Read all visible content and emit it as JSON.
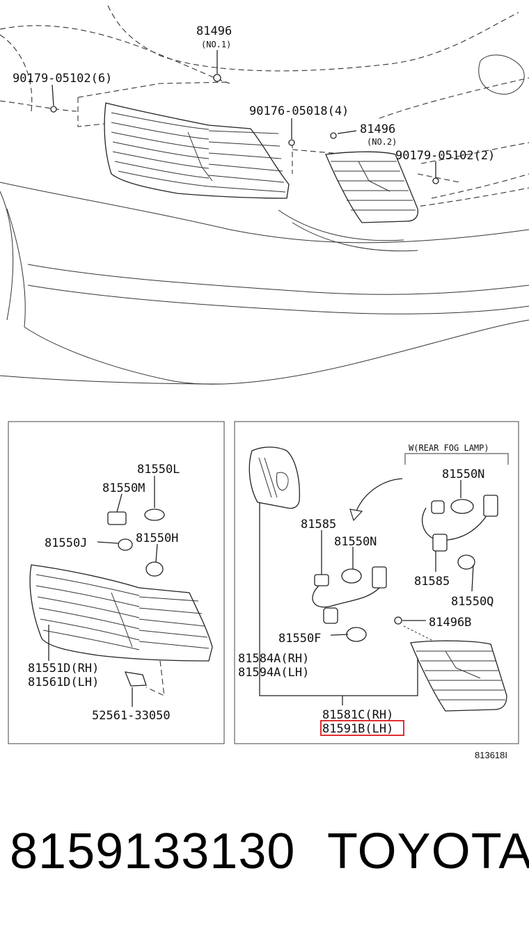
{
  "labels": {
    "p81496_top": "81496",
    "p81496_top_sub": "(NO.1)",
    "p90179_6": "90179-05102(6)",
    "p90176_4": "90176-05018(4)",
    "p81496_mid": "81496",
    "p81496_mid_sub": "(NO.2)",
    "p90179_2": "90179-05102(2)",
    "p81550L": "81550L",
    "p81550M": "81550M",
    "p81550J": "81550J",
    "p81550H": "81550H",
    "p81551D": "81551D(RH)",
    "p81561D": "81561D(LH)",
    "p52561": "52561-33050",
    "fog_note": "W(REAR FOG LAMP)",
    "p81550N_a": "81550N",
    "p81585_a": "81585",
    "p81550N_b": "81550N",
    "p81585_b": "81585",
    "p81550Q": "81550Q",
    "p81496B": "81496B",
    "p81550F": "81550F",
    "p81584A": "81584A(RH)",
    "p81594A": "81594A(LH)",
    "p81581C": "81581C(RH)",
    "p81591B": "81591B(LH)",
    "diagram_ref": "813618I"
  },
  "footer": {
    "part_number": "8159133130",
    "brand": "TOYOTA"
  },
  "colors": {
    "highlight": "#e03030",
    "line": "#222222"
  }
}
